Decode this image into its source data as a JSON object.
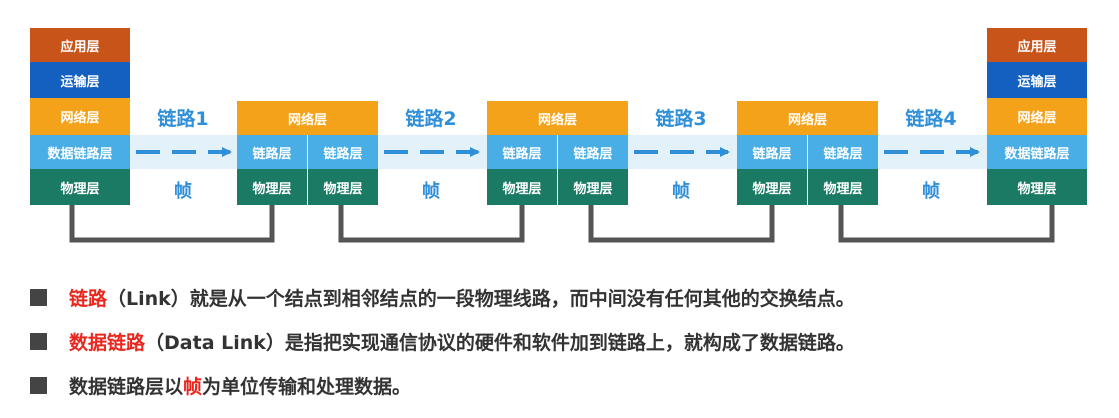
{
  "colors": {
    "application": "#c9541a",
    "transport": "#1460c0",
    "network": "#f4a21a",
    "datalink": "#4aaee6",
    "physical": "#1b7a64",
    "accent_blue": "#2f8fd8",
    "highlight_red": "#e8271e",
    "wire": "#555555"
  },
  "hosts": {
    "left": {
      "application": "应用层",
      "transport": "运输层",
      "network": "网络层",
      "datalink": "数据链路层",
      "physical": "物理层"
    },
    "right": {
      "application": "应用层",
      "transport": "运输层",
      "network": "网络层",
      "datalink": "数据链路层",
      "physical": "物理层"
    }
  },
  "routers": [
    {
      "network": "网络层",
      "datalink_left": "链路层",
      "datalink_right": "链路层",
      "physical_left": "物理层",
      "physical_right": "物理层"
    },
    {
      "network": "网络层",
      "datalink_left": "链路层",
      "datalink_right": "链路层",
      "physical_left": "物理层",
      "physical_right": "物理层"
    },
    {
      "network": "网络层",
      "datalink_left": "链路层",
      "datalink_right": "链路层",
      "physical_left": "物理层",
      "physical_right": "物理层"
    }
  ],
  "links": [
    {
      "name": "链路1",
      "frame": "帧"
    },
    {
      "name": "链路2",
      "frame": "帧"
    },
    {
      "name": "链路3",
      "frame": "帧"
    },
    {
      "name": "链路4",
      "frame": "帧"
    }
  ],
  "bullets": [
    {
      "term": "链路",
      "rest": "（Link）就是从一个结点到相邻结点的一段物理线路，而中间没有任何其他的交换结点。"
    },
    {
      "term": "数据链路",
      "rest": "（Data Link）是指把实现通信协议的硬件和软件加到链路上，就构成了数据链路。"
    },
    {
      "before": "数据链路层以",
      "term": "帧",
      "after": "为单位传输和处理数据。"
    }
  ]
}
